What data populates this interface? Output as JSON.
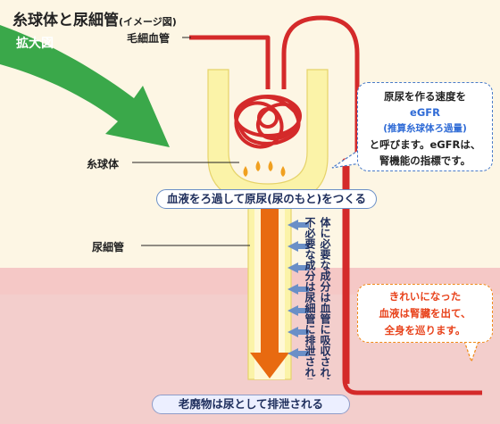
{
  "title": {
    "main": "糸球体と尿細管",
    "sub": "(イメージ図)"
  },
  "labels": {
    "capillary": "毛細血管",
    "glomerulus": "糸球体",
    "tubule": "尿細管",
    "zoom": "拡大図"
  },
  "banner": "血液をろ過して原尿(尿のもと)をつくる",
  "bottom_banner": "老廃物は尿として排泄される",
  "vertical_text": {
    "line1": "体に必要な成分は血管に吸収され、",
    "line2": "不必要な成分は尿細管に排泄される"
  },
  "bubble_egfr": {
    "line1": "原尿を作る速度を",
    "line2": "eGFR",
    "line3": "(推算糸球体ろ過量)",
    "line4": "と呼びます。eGFRは、",
    "line5": "腎機能の指標です。"
  },
  "bubble_blood": {
    "line1": "きれいになった",
    "line2": "血液は腎臓を出て、",
    "line3": "全身を巡ります。"
  },
  "colors": {
    "vessel": "#d42a2a",
    "capsule": "#fbf3a8",
    "tube_arrow": "#e86a10",
    "pink_band": "#f5c0c0",
    "green_arrow": "#3aa84a",
    "exchange_arrow": "#6a8fc7"
  }
}
